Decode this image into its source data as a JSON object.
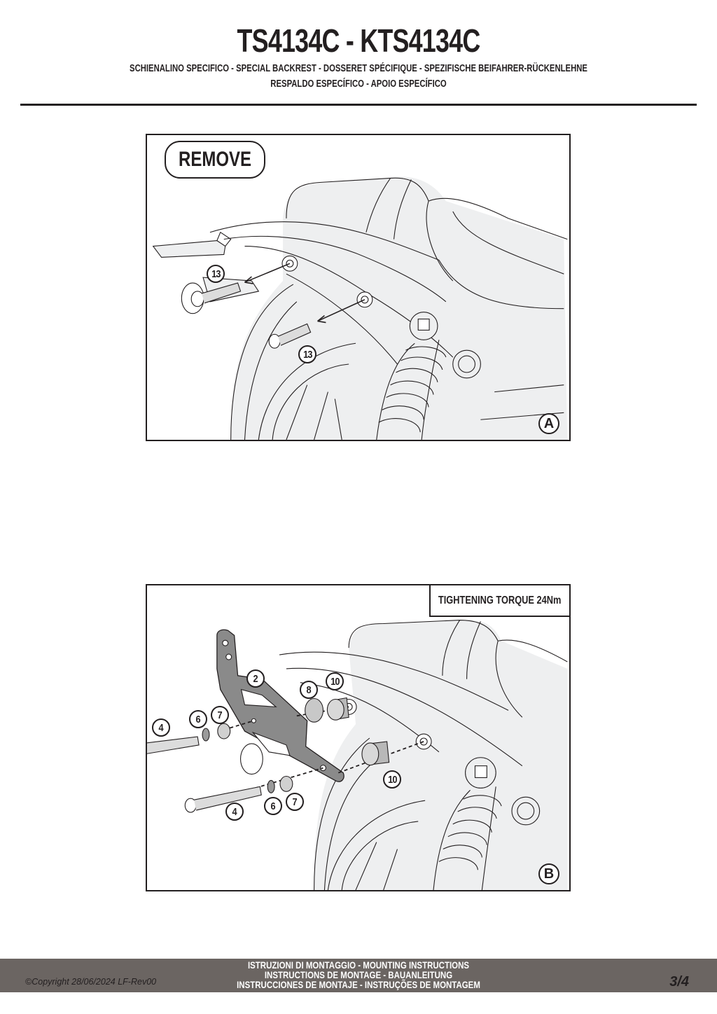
{
  "header": {
    "title": "TS4134C - KTS4134C",
    "subtitle_line1": "SCHIENALINO SPECIFICO - SPECIAL BACKREST - DOSSERET SPÉCIFIQUE - SPEZIFISCHE BEIFAHRER-RÜCKENLEHNE",
    "subtitle_line2": "RESPALDO ESPECÍFICO - APOIO ESPECÍFICO"
  },
  "panel_a": {
    "badge": "REMOVE",
    "view_label": "A",
    "callouts": [
      "13",
      "13"
    ]
  },
  "panel_b": {
    "torque_note": "TIGHTENING TORQUE 24Nm",
    "view_label": "B",
    "callouts": {
      "bracket": "2",
      "spacer_top": "8",
      "bushing_top": "10",
      "bushing_bottom": "10",
      "bolt_top": "4",
      "bolt_bottom": "4",
      "lockwasher_top": "6",
      "lockwasher_bottom": "6",
      "washer_top": "7",
      "washer_bottom": "7"
    }
  },
  "footer": {
    "copyright": "©Copyright 28/06/2024 LF-Rev00",
    "instructions_line1": "ISTRUZIONI DI MONTAGGIO  -  MOUNTING INSTRUCTIONS",
    "instructions_line2": "INSTRUCTIONS DE MONTAGE - BAUANLEITUNG",
    "instructions_line3": "INSTRUCCIONES DE MONTAJE - INSTRUÇÕES DE MONTAGEM",
    "page": "3/4"
  }
}
